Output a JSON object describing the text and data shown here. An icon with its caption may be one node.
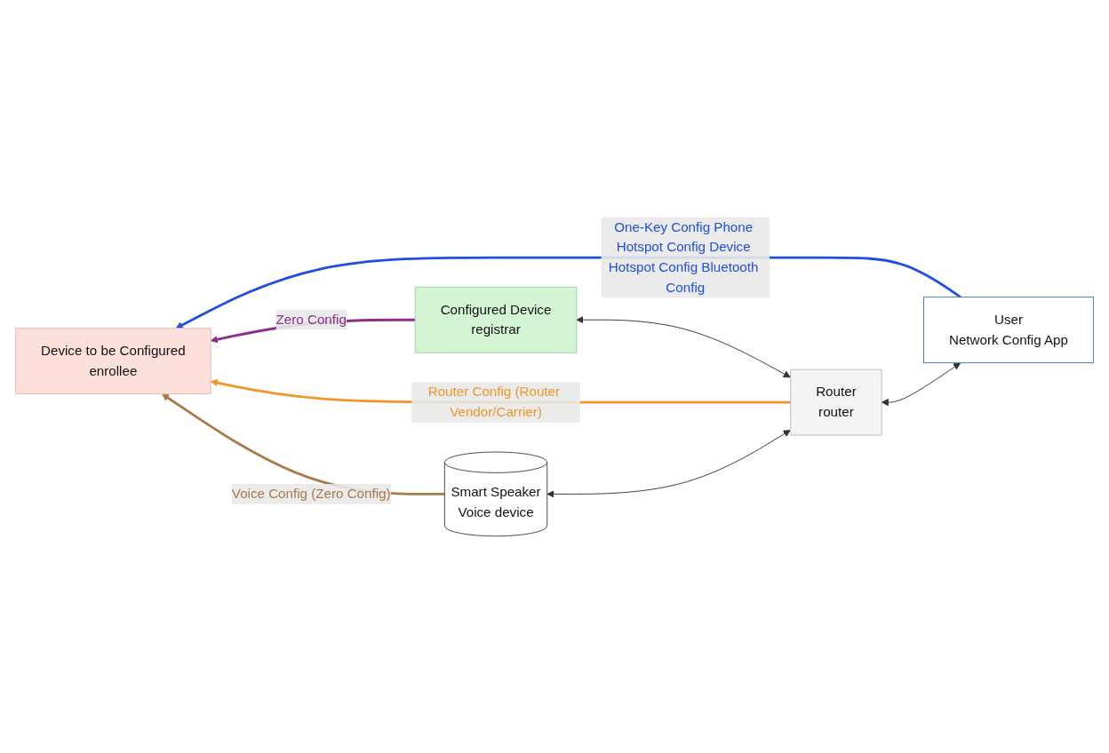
{
  "diagram": {
    "nodes": [
      {
        "text": [
          "Device to be Configured",
          "enrollee"
        ]
      },
      {
        "text": [
          "User",
          "Network Config App"
        ]
      },
      {
        "text": [
          "Router",
          "router"
        ]
      },
      {
        "text": [
          "Configured Device",
          "registrar"
        ]
      },
      {
        "text": [
          "Smart Speaker",
          "Voice device"
        ]
      }
    ],
    "edges": [
      {
        "from": 1,
        "to": 0,
        "arrow": "to",
        "label": "One-Key Config Phone Hotspot Config Device Hotspot Config Bluetooth Config",
        "color": "#1f4fe0"
      },
      {
        "from": 3,
        "to": 0,
        "arrow": "to",
        "label": "Zero Config",
        "color": "#8b2f8b"
      },
      {
        "from": 2,
        "to": 0,
        "arrow": "to",
        "label": "Router Config (Router Vendor/Carrier)",
        "color": "#f0962a"
      },
      {
        "from": 4,
        "to": 0,
        "arrow": "to",
        "label": "Voice Config (Zero Config)",
        "color": "#a87a4a"
      },
      {
        "from": 1,
        "to": 2,
        "arrow": "both"
      },
      {
        "from": 2,
        "to": 3,
        "arrow": "both"
      },
      {
        "from": 2,
        "to": 4,
        "arrow": "both"
      }
    ]
  }
}
